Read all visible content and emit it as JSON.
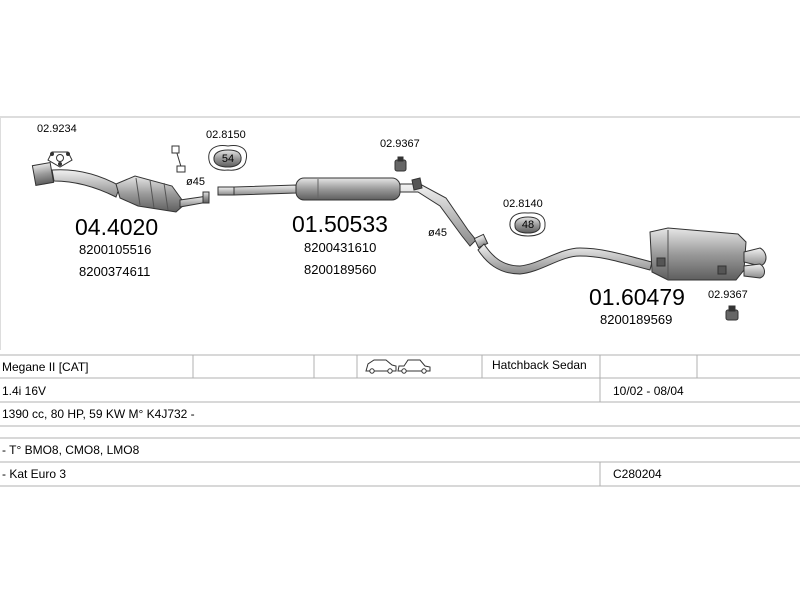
{
  "parts": {
    "downpipe_cat": {
      "code": "04.4020",
      "oem": [
        "8200105516",
        "8200374611"
      ]
    },
    "middle_silencer": {
      "code": "01.50533",
      "oem": [
        "8200431610",
        "8200189560"
      ]
    },
    "rear_silencer": {
      "code": "01.60479",
      "oem": [
        "8200189569"
      ]
    }
  },
  "accessories": {
    "gasket_front": "02.9234",
    "clamp_54": {
      "code": "02.8150",
      "size": "54"
    },
    "hanger_mid": "02.9367",
    "clamp_48": {
      "code": "02.8140",
      "size": "48"
    },
    "hanger_rear": "02.9367"
  },
  "diameters": {
    "front": "ø45",
    "mid": "ø45"
  },
  "vehicle": {
    "model": "Megane II  [CAT]",
    "body": "Hatchback Sedan",
    "engine": "1.4i 16V",
    "years": "10/02 - 08/04",
    "specs": "1390 cc, 80 HP, 59 KW M° K4J732 -",
    "types": "- T° BMO8, CMO8, LMO8",
    "emission": "- Kat Euro 3",
    "ref": "C280204"
  },
  "colors": {
    "line": "#333333",
    "part_fill": "#bdbdbd",
    "table_border": "#b0b0b0"
  }
}
